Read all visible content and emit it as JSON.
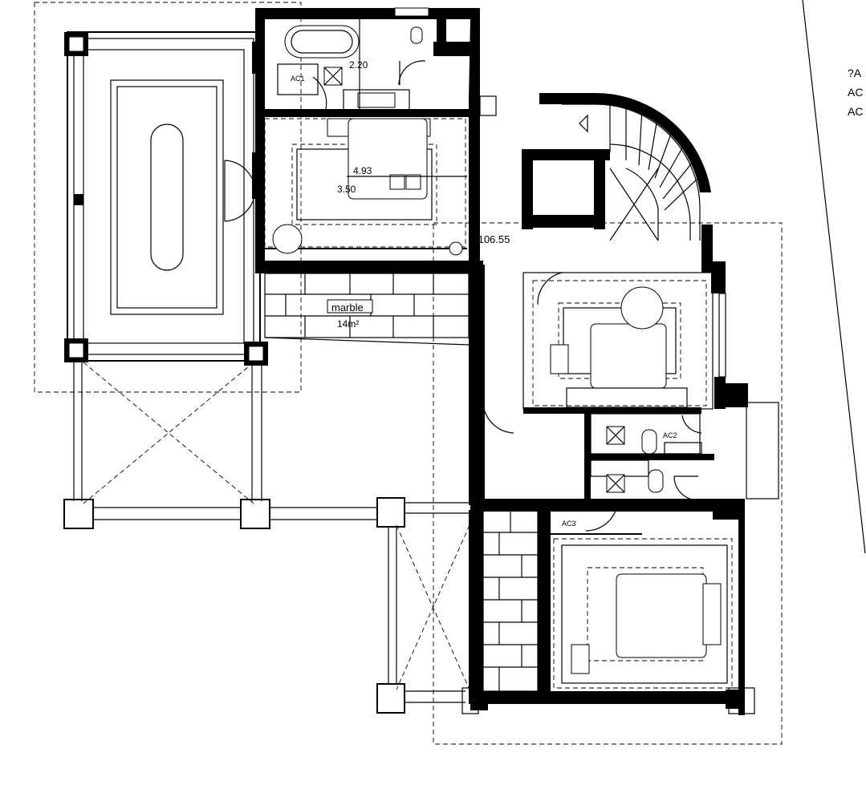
{
  "labels": {
    "dim_width": "2.20",
    "dim_length": "4.93",
    "dim_depth": "3.50",
    "ac1": "AC1",
    "ac2": "AC2",
    "ac3": "AC3",
    "elevation": "+106.55",
    "floor_material": "marble",
    "floor_area": "14m²"
  },
  "legend_partial": [
    "?A",
    "AC",
    "AC"
  ]
}
